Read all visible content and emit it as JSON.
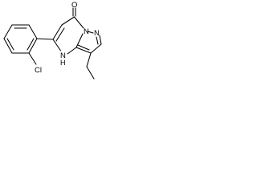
{
  "molecule": {
    "atoms": {
      "oxygen": "O",
      "nitrogen_bridge": "N",
      "nitrogen_pyrazole": "N",
      "nh": "N",
      "nh_hydrogen": "H",
      "chlorine": "Cl"
    }
  }
}
